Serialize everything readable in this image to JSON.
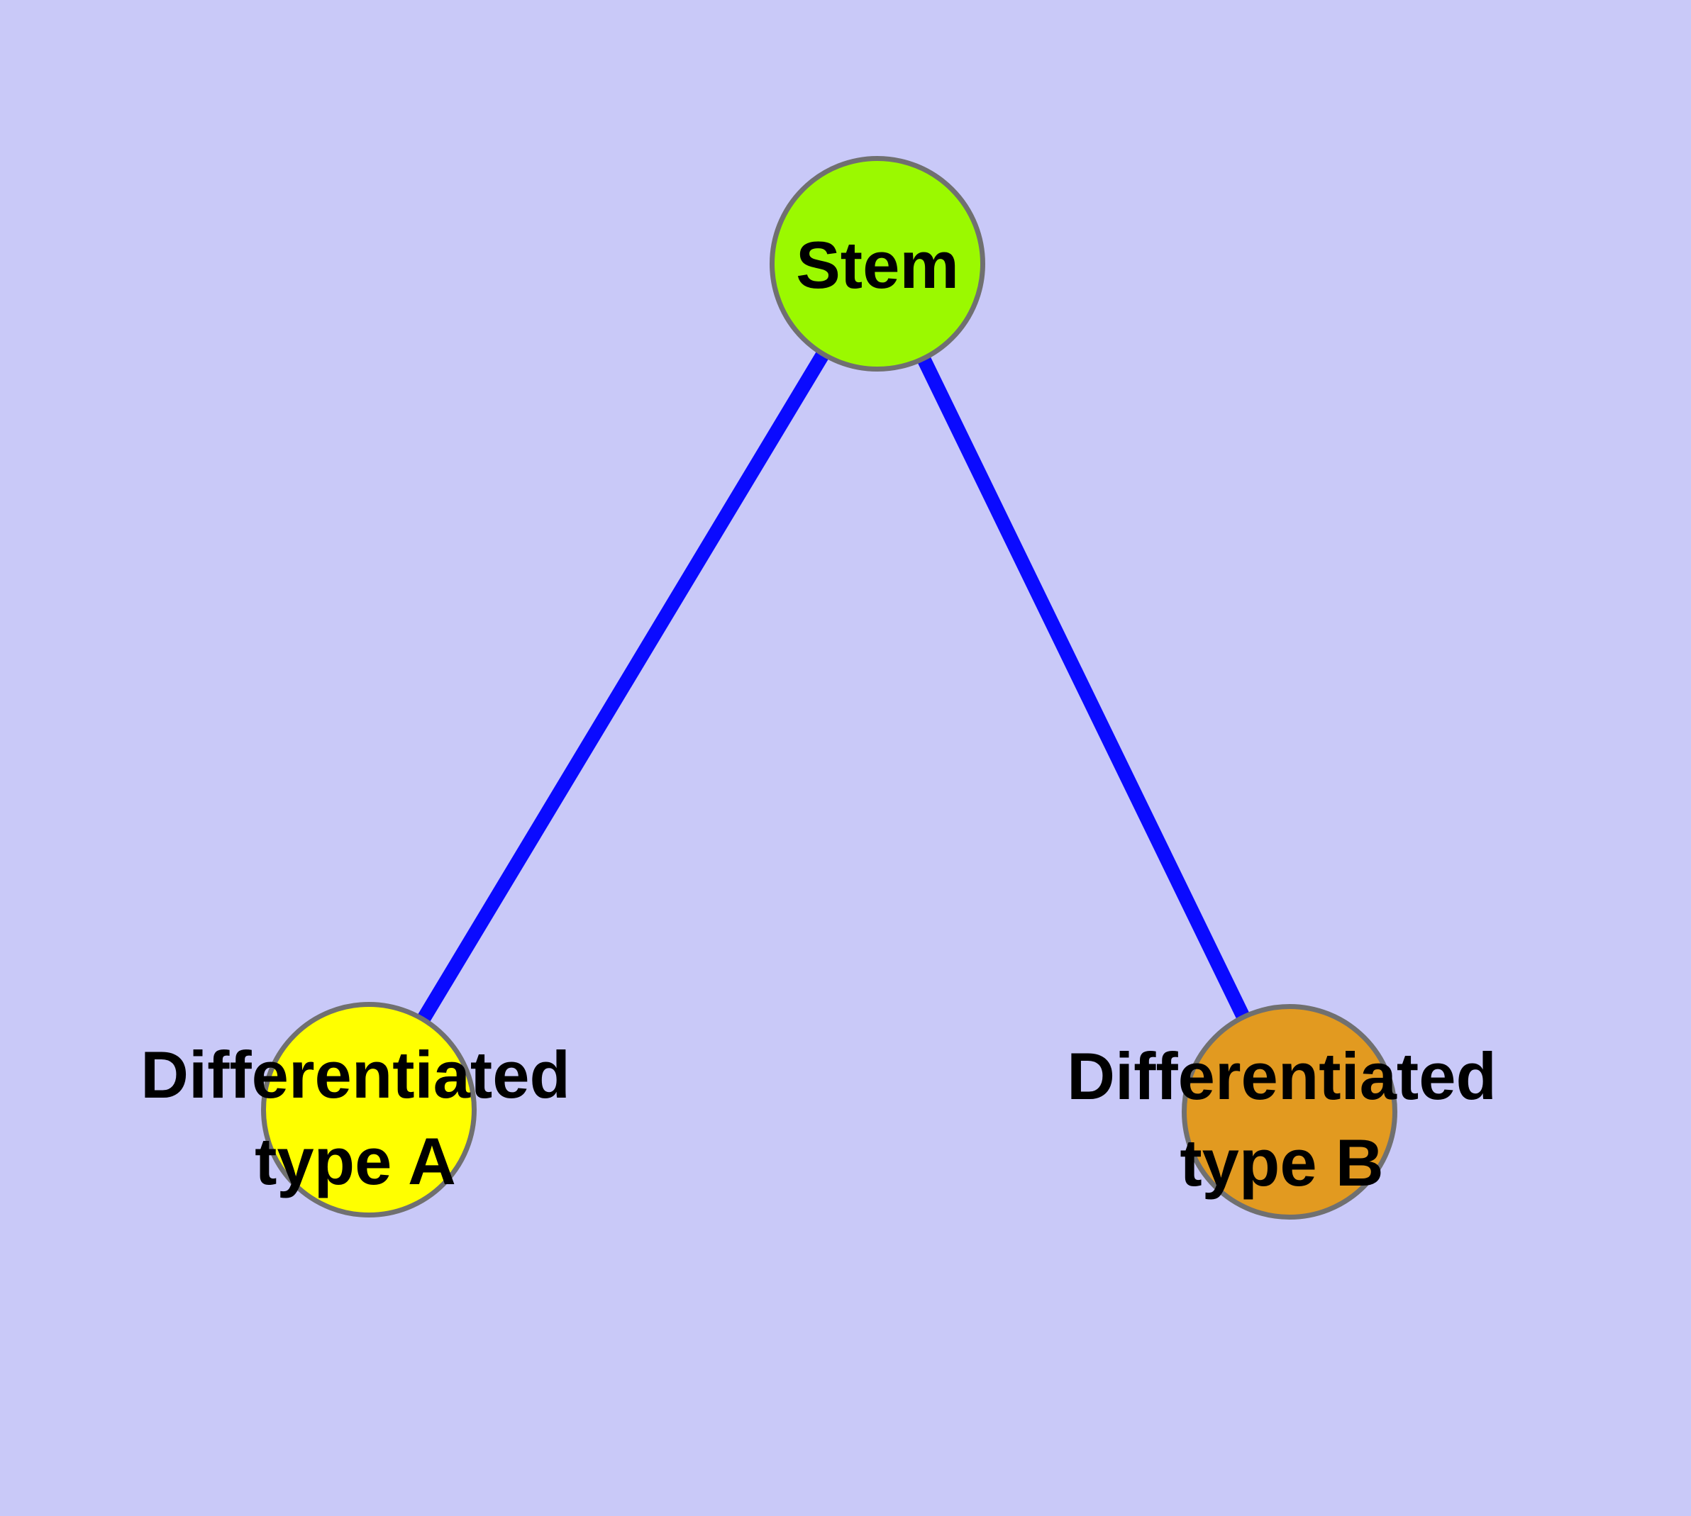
{
  "diagram": {
    "background_color": "#C9C9F8",
    "edge_color": "#0A0AFF",
    "node_border_color": "#707070",
    "nodes": {
      "stem": {
        "label": "Stem",
        "fill_color": "#9BF900"
      },
      "type_a": {
        "label": "Differentiated\ntype A",
        "fill_color": "#FFFF00"
      },
      "type_b": {
        "label": "Differentiated\ntype B",
        "fill_color": "#E29A20"
      }
    },
    "edges": [
      {
        "from": "Stem",
        "to": "Differentiated type A"
      },
      {
        "from": "Stem",
        "to": "Differentiated type B"
      }
    ]
  }
}
